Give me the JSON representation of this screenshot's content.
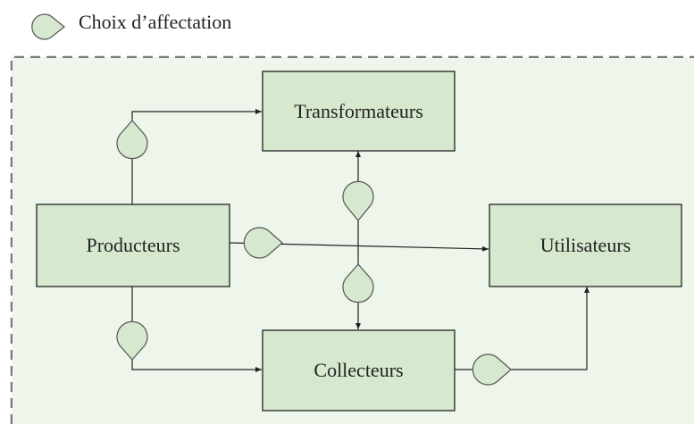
{
  "legend": {
    "label": "Choix d’affectation"
  },
  "nodes": {
    "transformateurs": "Transformateurs",
    "producteurs": "Producteurs",
    "utilisateurs": "Utilisateurs",
    "collecteurs": "Collecteurs"
  },
  "colors": {
    "node_fill": "#d6e8cd",
    "node_stroke": "#222222",
    "region_fill": "#eef6ec",
    "region_stroke": "#7a7a7a",
    "edge": "#222222"
  }
}
